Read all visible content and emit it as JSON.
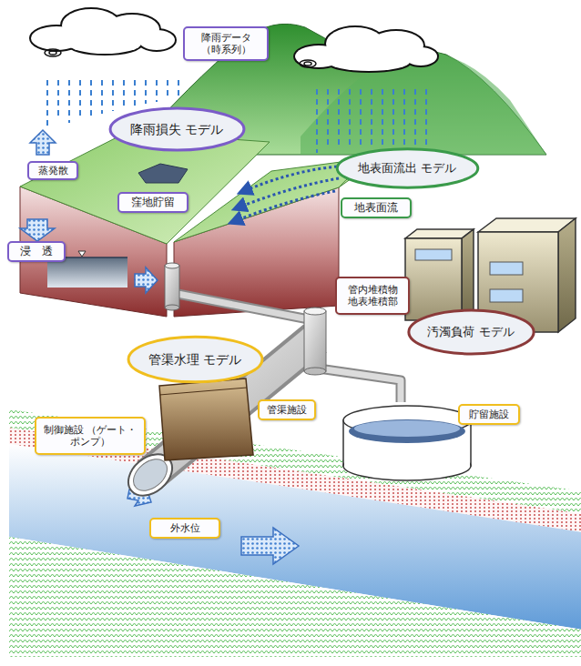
{
  "diagram": {
    "nodes": [
      {
        "text": [
          "降雨データ （時系列）"
        ]
      },
      {
        "text": [
          "降雨損失 モデル"
        ]
      },
      {
        "text": [
          "地表面流出 モデル"
        ]
      },
      {
        "text": [
          "蒸発散"
        ]
      },
      {
        "text": [
          "窪地貯留"
        ]
      },
      {
        "text": [
          "地表面流"
        ]
      },
      {
        "text": [
          "浸　透"
        ]
      },
      {
        "text": [
          "管内堆積物 地表堆積部"
        ]
      },
      {
        "text": [
          "汚濁負荷 モデル"
        ]
      },
      {
        "text": [
          "管渠水理 モデル"
        ]
      },
      {
        "text": [
          "管渠施設"
        ]
      },
      {
        "text": [
          "貯留施設"
        ]
      },
      {
        "text": [
          "制御施設 （ゲート・ポンプ）"
        ]
      },
      {
        "text": [
          "外水位"
        ]
      }
    ]
  }
}
